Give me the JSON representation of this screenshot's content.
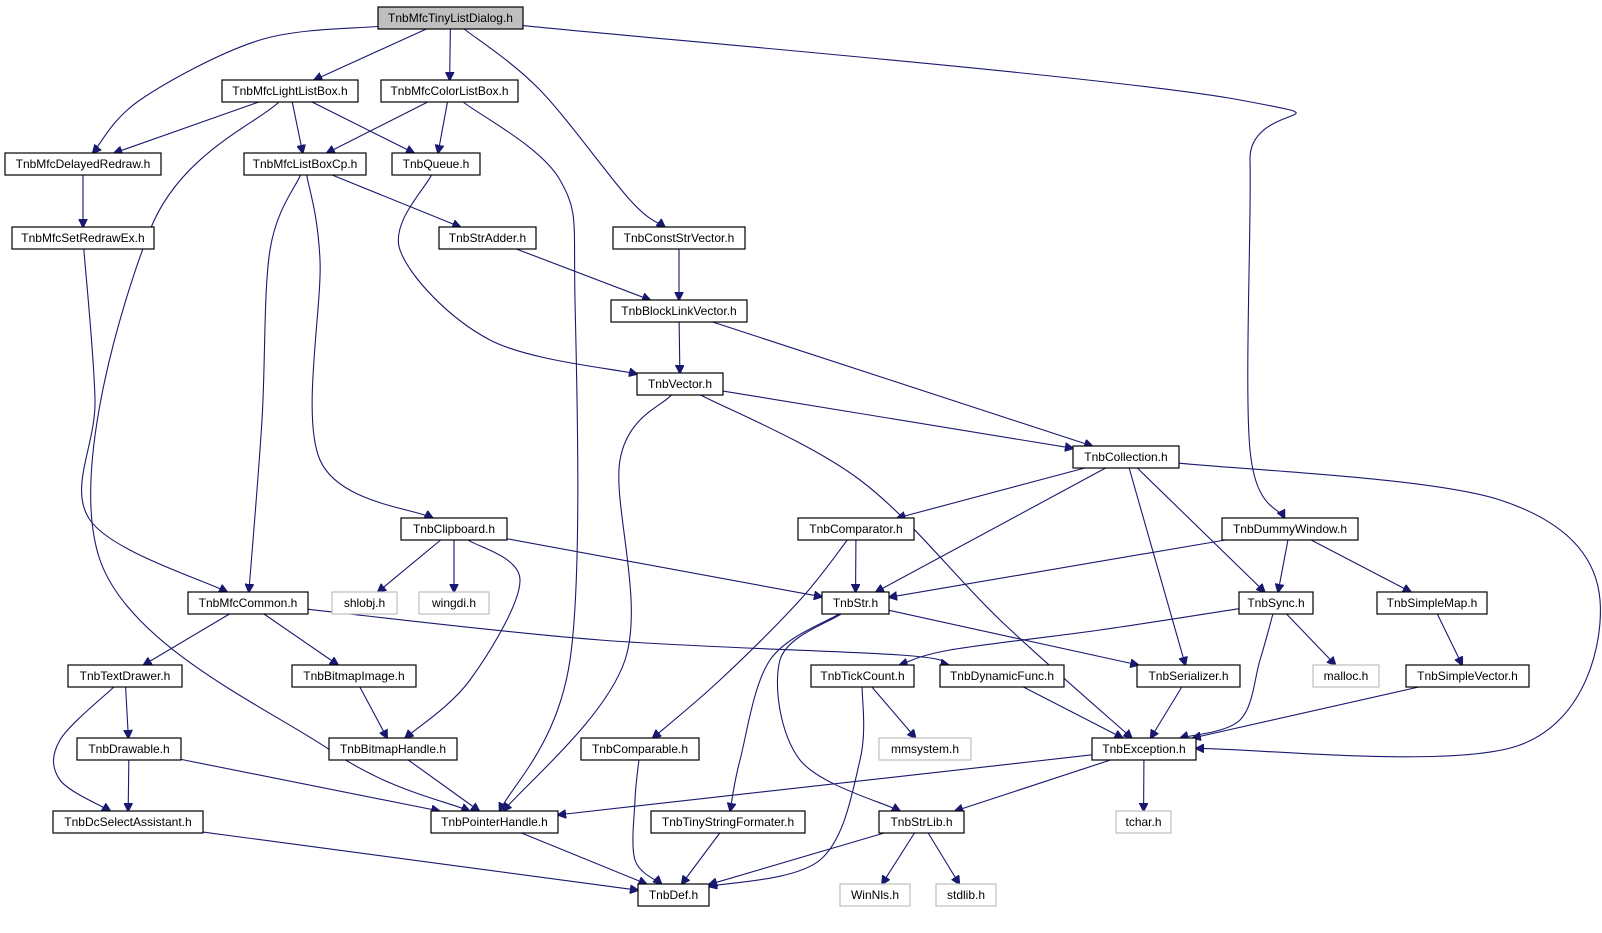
{
  "diagram": {
    "nodes": [
      {
        "id": "n_root",
        "label": "TnbMfcTinyListDialog.h",
        "kind": "root"
      },
      {
        "id": "n_lightlb",
        "label": "TnbMfcLightListBox.h",
        "kind": "normal"
      },
      {
        "id": "n_colorlb",
        "label": "TnbMfcColorListBox.h",
        "kind": "normal"
      },
      {
        "id": "n_delayed",
        "label": "TnbMfcDelayedRedraw.h",
        "kind": "normal"
      },
      {
        "id": "n_listboxcp",
        "label": "TnbMfcListBoxCp.h",
        "kind": "normal"
      },
      {
        "id": "n_queue",
        "label": "TnbQueue.h",
        "kind": "normal"
      },
      {
        "id": "n_setredraw",
        "label": "TnbMfcSetRedrawEx.h",
        "kind": "normal"
      },
      {
        "id": "n_stradder",
        "label": "TnbStrAdder.h",
        "kind": "normal"
      },
      {
        "id": "n_conststrvec",
        "label": "TnbConstStrVector.h",
        "kind": "normal"
      },
      {
        "id": "n_blocklink",
        "label": "TnbBlockLinkVector.h",
        "kind": "normal"
      },
      {
        "id": "n_vector",
        "label": "TnbVector.h",
        "kind": "normal"
      },
      {
        "id": "n_collection",
        "label": "TnbCollection.h",
        "kind": "normal"
      },
      {
        "id": "n_clipboard",
        "label": "TnbClipboard.h",
        "kind": "normal"
      },
      {
        "id": "n_comparator",
        "label": "TnbComparator.h",
        "kind": "normal"
      },
      {
        "id": "n_dummywin",
        "label": "TnbDummyWindow.h",
        "kind": "normal"
      },
      {
        "id": "n_mfccommon",
        "label": "TnbMfcCommon.h",
        "kind": "normal"
      },
      {
        "id": "n_shlobj",
        "label": "shlobj.h",
        "kind": "ext"
      },
      {
        "id": "n_wingdi",
        "label": "wingdi.h",
        "kind": "ext"
      },
      {
        "id": "n_str",
        "label": "TnbStr.h",
        "kind": "normal"
      },
      {
        "id": "n_sync",
        "label": "TnbSync.h",
        "kind": "normal"
      },
      {
        "id": "n_simplemap",
        "label": "TnbSimpleMap.h",
        "kind": "normal"
      },
      {
        "id": "n_textdrawer",
        "label": "TnbTextDrawer.h",
        "kind": "normal"
      },
      {
        "id": "n_bitmapimage",
        "label": "TnbBitmapImage.h",
        "kind": "normal"
      },
      {
        "id": "n_tickcount",
        "label": "TnbTickCount.h",
        "kind": "normal"
      },
      {
        "id": "n_dynfunc",
        "label": "TnbDynamicFunc.h",
        "kind": "normal"
      },
      {
        "id": "n_serializer",
        "label": "TnbSerializer.h",
        "kind": "normal"
      },
      {
        "id": "n_malloc",
        "label": "malloc.h",
        "kind": "ext"
      },
      {
        "id": "n_simplevec",
        "label": "TnbSimpleVector.h",
        "kind": "normal"
      },
      {
        "id": "n_drawable",
        "label": "TnbDrawable.h",
        "kind": "normal"
      },
      {
        "id": "n_bitmaphandle",
        "label": "TnbBitmapHandle.h",
        "kind": "normal"
      },
      {
        "id": "n_comparable",
        "label": "TnbComparable.h",
        "kind": "normal"
      },
      {
        "id": "n_mmsystem",
        "label": "mmsystem.h",
        "kind": "ext"
      },
      {
        "id": "n_exception",
        "label": "TnbException.h",
        "kind": "normal"
      },
      {
        "id": "n_dcselect",
        "label": "TnbDcSelectAssistant.h",
        "kind": "normal"
      },
      {
        "id": "n_ptrhandle",
        "label": "TnbPointerHandle.h",
        "kind": "normal"
      },
      {
        "id": "n_tinystrfmt",
        "label": "TnbTinyStringFormater.h",
        "kind": "normal"
      },
      {
        "id": "n_strlib",
        "label": "TnbStrLib.h",
        "kind": "normal"
      },
      {
        "id": "n_tchar",
        "label": "tchar.h",
        "kind": "ext"
      },
      {
        "id": "n_def",
        "label": "TnbDef.h",
        "kind": "normal"
      },
      {
        "id": "n_winnls",
        "label": "WinNls.h",
        "kind": "ext"
      },
      {
        "id": "n_stdlib",
        "label": "stdlib.h",
        "kind": "ext"
      }
    ],
    "edges": [
      [
        "n_root",
        "n_lightlb"
      ],
      [
        "n_root",
        "n_colorlb"
      ],
      [
        "n_root",
        "n_delayed"
      ],
      [
        "n_root",
        "n_conststrvec"
      ],
      [
        "n_root",
        "n_dummywin"
      ],
      [
        "n_lightlb",
        "n_delayed"
      ],
      [
        "n_lightlb",
        "n_listboxcp"
      ],
      [
        "n_lightlb",
        "n_queue"
      ],
      [
        "n_lightlb",
        "n_ptrhandle"
      ],
      [
        "n_colorlb",
        "n_listboxcp"
      ],
      [
        "n_colorlb",
        "n_queue"
      ],
      [
        "n_colorlb",
        "n_ptrhandle"
      ],
      [
        "n_delayed",
        "n_setredraw"
      ],
      [
        "n_listboxcp",
        "n_stradder"
      ],
      [
        "n_listboxcp",
        "n_mfccommon"
      ],
      [
        "n_listboxcp",
        "n_clipboard"
      ],
      [
        "n_queue",
        "n_vector"
      ],
      [
        "n_setredraw",
        "n_mfccommon"
      ],
      [
        "n_stradder",
        "n_blocklink"
      ],
      [
        "n_conststrvec",
        "n_blocklink"
      ],
      [
        "n_blocklink",
        "n_vector"
      ],
      [
        "n_blocklink",
        "n_collection"
      ],
      [
        "n_vector",
        "n_collection"
      ],
      [
        "n_vector",
        "n_ptrhandle"
      ],
      [
        "n_vector",
        "n_exception"
      ],
      [
        "n_collection",
        "n_comparator"
      ],
      [
        "n_collection",
        "n_str"
      ],
      [
        "n_collection",
        "n_sync"
      ],
      [
        "n_collection",
        "n_serializer"
      ],
      [
        "n_collection",
        "n_exception"
      ],
      [
        "n_clipboard",
        "n_shlobj"
      ],
      [
        "n_clipboard",
        "n_wingdi"
      ],
      [
        "n_clipboard",
        "n_str"
      ],
      [
        "n_clipboard",
        "n_bitmaphandle"
      ],
      [
        "n_comparator",
        "n_str"
      ],
      [
        "n_comparator",
        "n_comparable"
      ],
      [
        "n_dummywin",
        "n_str"
      ],
      [
        "n_dummywin",
        "n_sync"
      ],
      [
        "n_dummywin",
        "n_simplemap"
      ],
      [
        "n_mfccommon",
        "n_textdrawer"
      ],
      [
        "n_mfccommon",
        "n_bitmapimage"
      ],
      [
        "n_mfccommon",
        "n_dynfunc"
      ],
      [
        "n_str",
        "n_serializer"
      ],
      [
        "n_str",
        "n_tinystrfmt"
      ],
      [
        "n_str",
        "n_strlib"
      ],
      [
        "n_sync",
        "n_tickcount"
      ],
      [
        "n_sync",
        "n_malloc"
      ],
      [
        "n_sync",
        "n_exception"
      ],
      [
        "n_simplemap",
        "n_simplevec"
      ],
      [
        "n_textdrawer",
        "n_drawable"
      ],
      [
        "n_textdrawer",
        "n_dcselect"
      ],
      [
        "n_bitmapimage",
        "n_bitmaphandle"
      ],
      [
        "n_tickcount",
        "n_mmsystem"
      ],
      [
        "n_tickcount",
        "n_def"
      ],
      [
        "n_dynfunc",
        "n_exception"
      ],
      [
        "n_serializer",
        "n_exception"
      ],
      [
        "n_simplevec",
        "n_exception"
      ],
      [
        "n_drawable",
        "n_dcselect"
      ],
      [
        "n_drawable",
        "n_ptrhandle"
      ],
      [
        "n_bitmaphandle",
        "n_ptrhandle"
      ],
      [
        "n_comparable",
        "n_def"
      ],
      [
        "n_exception",
        "n_ptrhandle"
      ],
      [
        "n_exception",
        "n_tchar"
      ],
      [
        "n_exception",
        "n_strlib"
      ],
      [
        "n_dcselect",
        "n_def"
      ],
      [
        "n_ptrhandle",
        "n_def"
      ],
      [
        "n_tinystrfmt",
        "n_def"
      ],
      [
        "n_strlib",
        "n_def"
      ],
      [
        "n_strlib",
        "n_winnls"
      ],
      [
        "n_strlib",
        "n_stdlib"
      ]
    ],
    "colors": {
      "edge": "#191970",
      "root_fill": "#bfbfbf",
      "ext_border": "#bfbfbf",
      "node_border": "#000000"
    }
  }
}
